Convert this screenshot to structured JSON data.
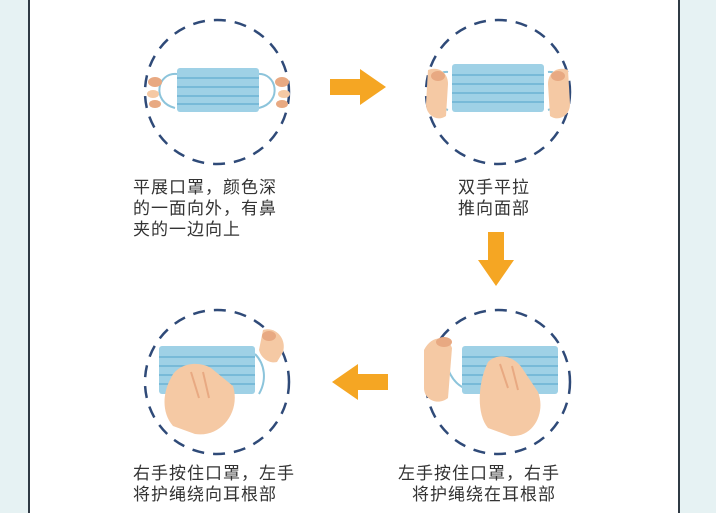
{
  "steps": [
    {
      "id": "step1",
      "lines": [
        "平展口罩，颜色深",
        "的一面向外，有鼻",
        "夹的一边向上"
      ]
    },
    {
      "id": "step2",
      "lines": [
        "双手平拉",
        "推向面部"
      ]
    },
    {
      "id": "step3",
      "lines": [
        "左手按住口罩，右手",
        "将护绳绕在耳根部"
      ]
    },
    {
      "id": "step4",
      "lines": [
        "右手按住口罩，左手",
        "将护绳绕向耳根部"
      ]
    }
  ],
  "icons": {
    "arrow": "arrow-icon",
    "mask": "face-mask-icon",
    "hand": "hand-icon"
  },
  "colors": {
    "arrow": "#f5a623",
    "circle_dash": "#2f4a78",
    "mask": "#9fd1e6",
    "mask_pleat": "#6bb3d3",
    "skin": "#f5c9a4",
    "skin_shade": "#e8a982",
    "frame": "#2f3a44",
    "background": "#e6f2f3"
  }
}
